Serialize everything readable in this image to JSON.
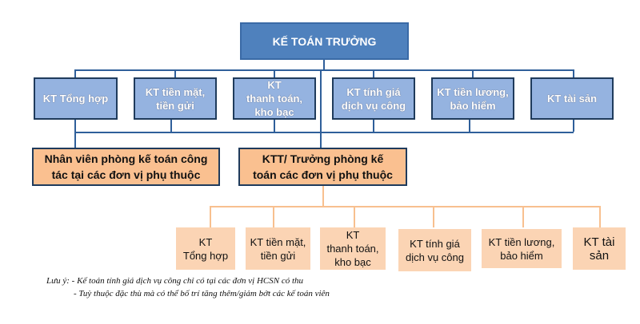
{
  "root": "KẾ TOÁN TRƯỞNG",
  "level1": [
    "KT Tổng hợp",
    "KT tiền mặt,\ntiền gửi",
    "KT\nthanh toán,\nkho bạc",
    "KT tính giá\ndịch vụ công",
    "KT tiền lương,\nbảo hiểm",
    "KT tài sản"
  ],
  "level2": [
    "Nhân viên phòng kế toán công\ntác tại các đơn vị phụ thuộc",
    "KTT/ Trưởng phòng kế\ntoán các đơn vị phụ thuộc"
  ],
  "level3": [
    "KT\nTổng hợp",
    "KT tiền mặt,\ntiền gửi",
    "KT\nthanh toán,\nkho bạc",
    "KT  tính giá\ndịch vụ công",
    "KT tiền lương,\nbảo hiểm",
    "KT tài\nsản"
  ],
  "notes": [
    "Lưu ý: - Kế toán tính giá dịch vụ công chỉ có tại các đơn vị HCSN có thu",
    "- Tuỳ thuộc đặc thù mà có thể bố trí tăng thêm/giảm bớt các kế toán viên"
  ]
}
